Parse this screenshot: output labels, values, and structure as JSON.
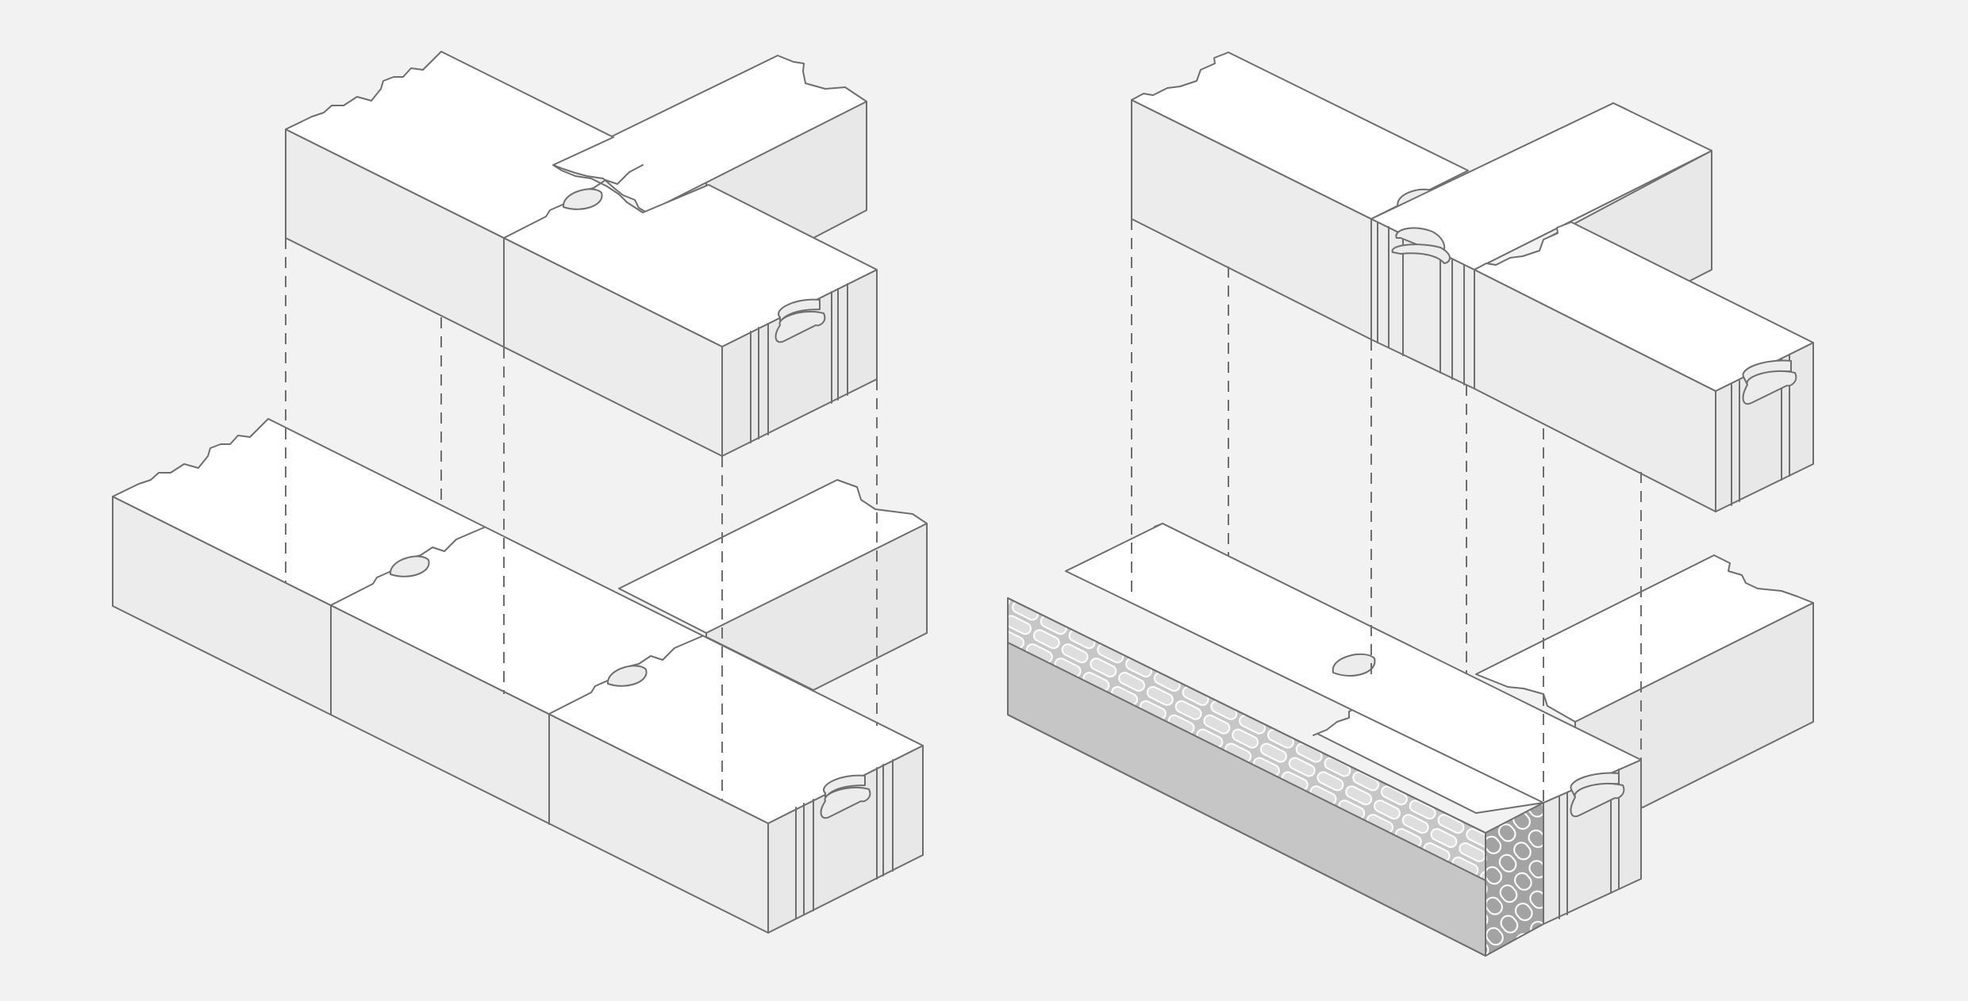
{
  "colors": {
    "background": "#f2f2f2",
    "top_face": "#ffffff",
    "side_face": "#ececec",
    "end_face": "#e8e8e8",
    "stroke": "#6e6e6e",
    "insulation_face": "#c6c6c6",
    "insulation_end": "#a3a3a3",
    "insulation_cell": "#dedede"
  },
  "illustrations": [
    {
      "name": "exploded-block-assembly-left",
      "layers": 2,
      "insulated": false
    },
    {
      "name": "exploded-block-assembly-right",
      "layers": 2,
      "insulated": true
    }
  ]
}
